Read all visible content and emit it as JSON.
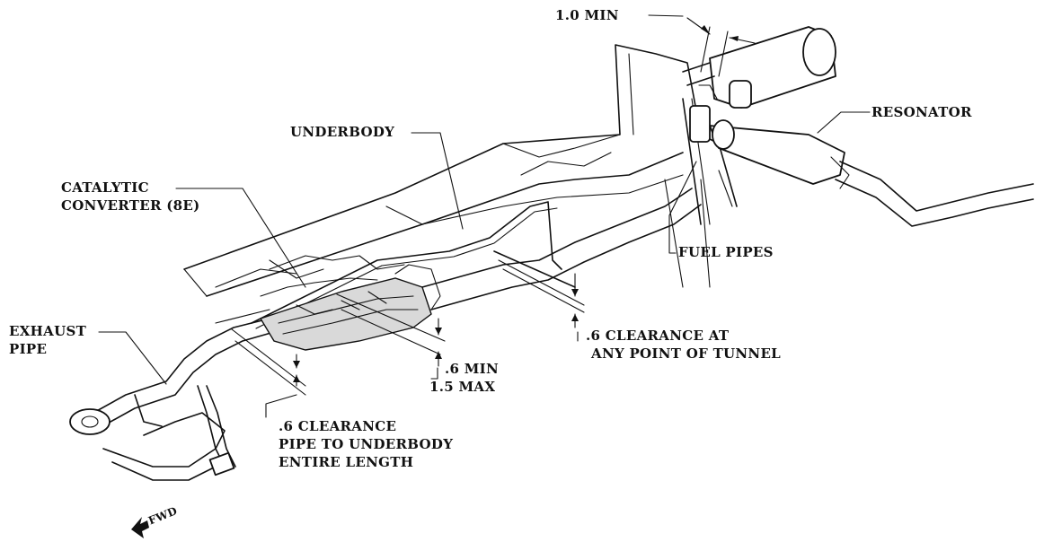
{
  "labels": {
    "one_min": "1.0 MIN",
    "resonator": "RESONATOR",
    "underbody": "UNDERBODY",
    "catalytic_line1": "CATALYTIC",
    "catalytic_line2": "CONVERTER (8E)",
    "fuel_pipes": "FUEL PIPES",
    "exhaust_line1": "EXHAUST",
    "exhaust_line2": "PIPE",
    "tunnel_line1": ".6 CLEARANCE AT",
    "tunnel_line2": "ANY POINT OF TUNNEL",
    "minmax_line1": ".6 MIN",
    "minmax_line2": "1.5 MAX",
    "clearance_line1": ".6 CLEARANCE",
    "clearance_line2": "PIPE TO UNDERBODY",
    "clearance_line3": "ENTIRE LENGTH",
    "fwd": "FWD"
  },
  "icons": {
    "fwd": "forward-direction-arrow-icon"
  }
}
